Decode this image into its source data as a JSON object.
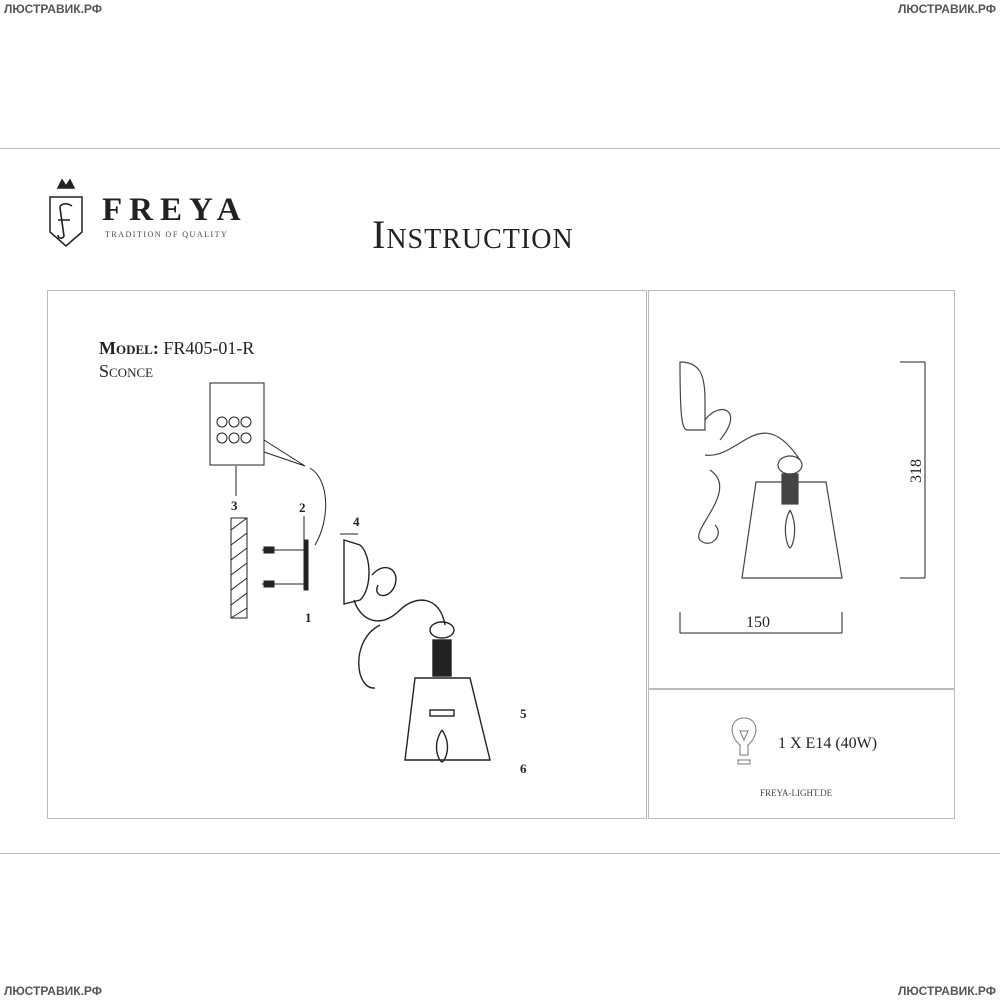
{
  "watermark": "ЛЮСТРАВИК.РФ",
  "logo": {
    "brand": "FREYA",
    "tagline": "TRADITION OF QUALITY",
    "monogram": "F"
  },
  "title": "Instruction",
  "model": {
    "label": "Model:",
    "value": "FR405-01-R",
    "type": "Sconce"
  },
  "callouts": [
    "1",
    "2",
    "3",
    "4",
    "5",
    "6"
  ],
  "dimensions": {
    "width": "150",
    "height": "318"
  },
  "bulb": {
    "spec": "1 X E14 (40W)",
    "icon": "light-bulb-icon"
  },
  "website": "FREYA-LIGHT.DE"
}
